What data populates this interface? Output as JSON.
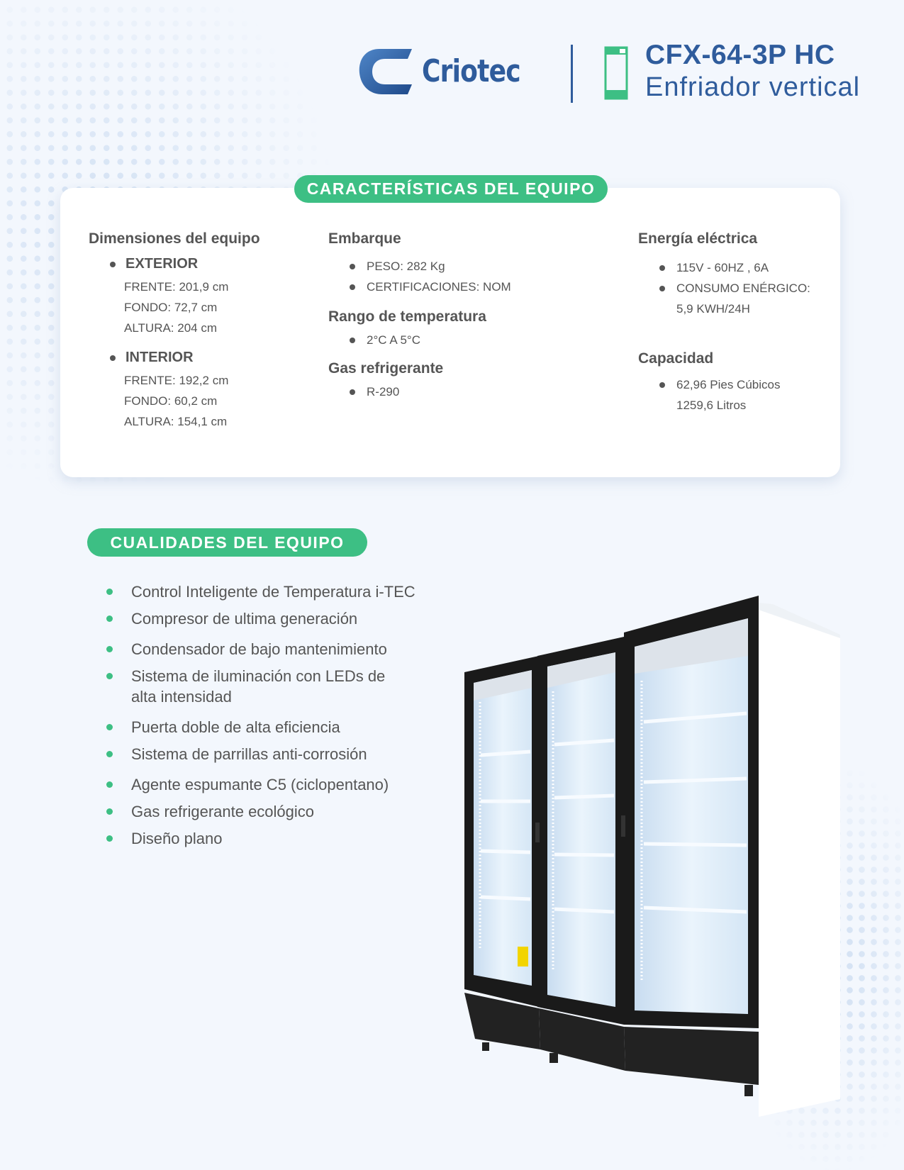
{
  "header": {
    "brand": "Criotec",
    "model_code": "CFX-64-3P HC",
    "model_name": "Enfriador vertical"
  },
  "colors": {
    "brand_blue": "#2f5c9c",
    "accent_green": "#3dbf84",
    "text_gray": "#555555",
    "background": "#f3f7fd"
  },
  "characteristics": {
    "title": "CARACTERÍSTICAS DEL EQUIPO",
    "dimensions": {
      "heading": "Dimensiones del equipo",
      "exterior": {
        "label": "EXTERIOR",
        "lines": [
          "FRENTE: 201,9 cm",
          "FONDO: 72,7 cm",
          "ALTURA: 204 cm"
        ]
      },
      "interior": {
        "label": "INTERIOR",
        "lines": [
          "FRENTE: 192,2 cm",
          "FONDO: 60,2 cm",
          "ALTURA: 154,1 cm"
        ]
      }
    },
    "shipping": {
      "heading": "Embarque",
      "items": [
        "PESO: 282 Kg",
        "CERTIFICACIONES: NOM"
      ]
    },
    "temperature": {
      "heading": "Rango de temperatura",
      "items": [
        "2°C A 5°C"
      ]
    },
    "refrigerant": {
      "heading": "Gas refrigerante",
      "items": [
        "R-290"
      ]
    },
    "electric": {
      "heading": "Energía eléctrica",
      "items": [
        "115V - 60HZ , 6A",
        "CONSUMO ENÉRGICO:"
      ],
      "item2_cont": "5,9 KWH/24H"
    },
    "capacity": {
      "heading": "Capacidad",
      "items": [
        "62,96 Pies Cúbicos"
      ],
      "item1_cont": "1259,6  Litros"
    }
  },
  "qualities": {
    "title": "CUALIDADES DEL EQUIPO",
    "items": [
      "Control Inteligente de Temperatura i-TEC",
      "Compresor de ultima generación",
      "Condensador de bajo mantenimiento",
      "Sistema de iluminación con LEDs de alta intensidad",
      "Puerta doble de alta eficiencia",
      "Sistema de parrillas anti-corrosión",
      "Agente espumante C5 (ciclopentano)",
      "Gas refrigerante ecológico",
      "Diseño plano"
    ]
  },
  "product_image": {
    "alt": "Enfriador vertical de tres puertas de vidrio"
  }
}
